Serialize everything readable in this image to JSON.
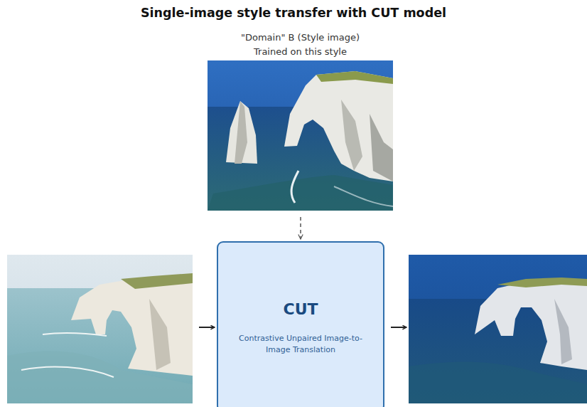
{
  "diagram": {
    "title": "Single-image style transfer with CUT model",
    "nodes": [
      {
        "text": [
          "\"Domain\" B  (Style image)",
          "Trained on this style"
        ]
      },
      {
        "text": []
      },
      {
        "text": [
          "CUT",
          "Contrastive Unpaired Image-to-Image Translation"
        ]
      },
      {
        "text": []
      }
    ],
    "edges": [
      {
        "from": 0,
        "to": 2,
        "arrow": "to"
      },
      {
        "from": 1,
        "to": 2,
        "arrow": "to"
      },
      {
        "from": 2,
        "to": 3,
        "arrow": "to"
      }
    ]
  }
}
